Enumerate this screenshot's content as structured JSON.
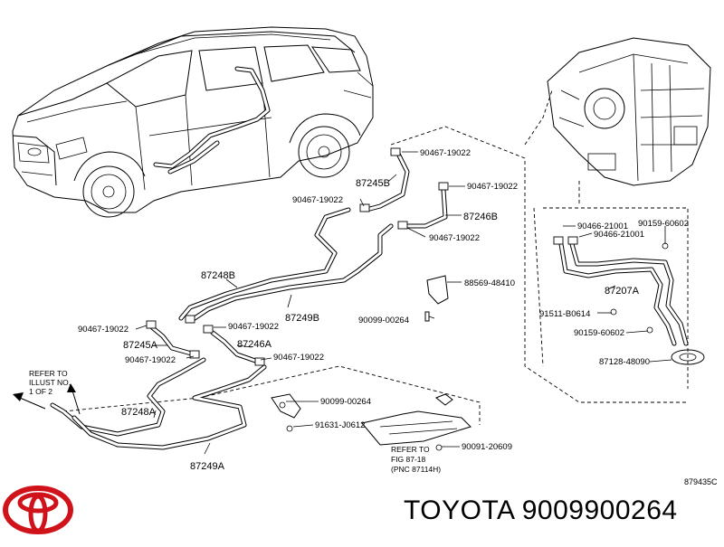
{
  "diagram": {
    "ref_code": "879435C",
    "footer": "TOYOTA 9009900264",
    "refer_illust": [
      "REFER TO",
      "ILLUST NO.",
      "1 OF 2"
    ],
    "refer_fig": [
      "REFER TO",
      "FIG 87-18",
      "(PNC 87114H)"
    ],
    "labels": {
      "l01": "90467-19022",
      "l02": "87245B",
      "l03": "90467-19022",
      "l04": "90467-19022",
      "l05": "87246B",
      "l06": "90467-19022",
      "l07": "87248B",
      "l08": "88569-48410",
      "l09": "87249B",
      "l10": "90099-00264",
      "l11": "90467-19022",
      "l12": "90467-19022",
      "l13": "87245A",
      "l14": "87246A",
      "l15": "90467-19022",
      "l16": "90467-19022",
      "l17": "90099-00264",
      "l18": "87248A",
      "l19": "91631-J0612",
      "l20": "87249A",
      "l21": "90091-20609",
      "l22": "90466-21001",
      "l23": "90159-60602",
      "l24": "90466-21001",
      "l25": "87207A",
      "l26": "91511-B0614",
      "l27": "90159-60602",
      "l28": "87128-48090"
    }
  }
}
